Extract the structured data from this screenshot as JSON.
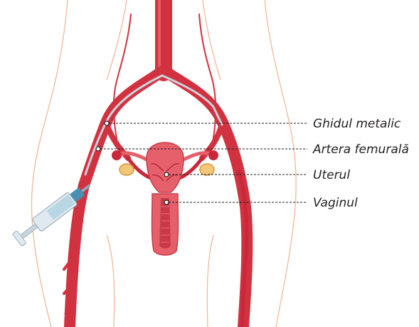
{
  "colors": {
    "artery": "#d2323f",
    "artery_dark": "#a81f2c",
    "artery_light": "#e85a66",
    "uterus": "#e6606c",
    "uterus_inner": "#c93a49",
    "skin_outline": "#f2b89a",
    "guidewire": "#c9d3dc",
    "ovary": "#f3c77a",
    "syringe_body": "#dfeaf0",
    "syringe_fluid": "#b9d6e4",
    "syringe_hub": "#4a8fb3",
    "leader_line": "#231f20"
  },
  "labels": [
    {
      "id": "guidewire",
      "text": "Ghidul metalic"
    },
    {
      "id": "femoral-artery",
      "text": "Artera femurală"
    },
    {
      "id": "uterus",
      "text": "Uterul"
    },
    {
      "id": "vagina",
      "text": "Vaginul"
    }
  ]
}
